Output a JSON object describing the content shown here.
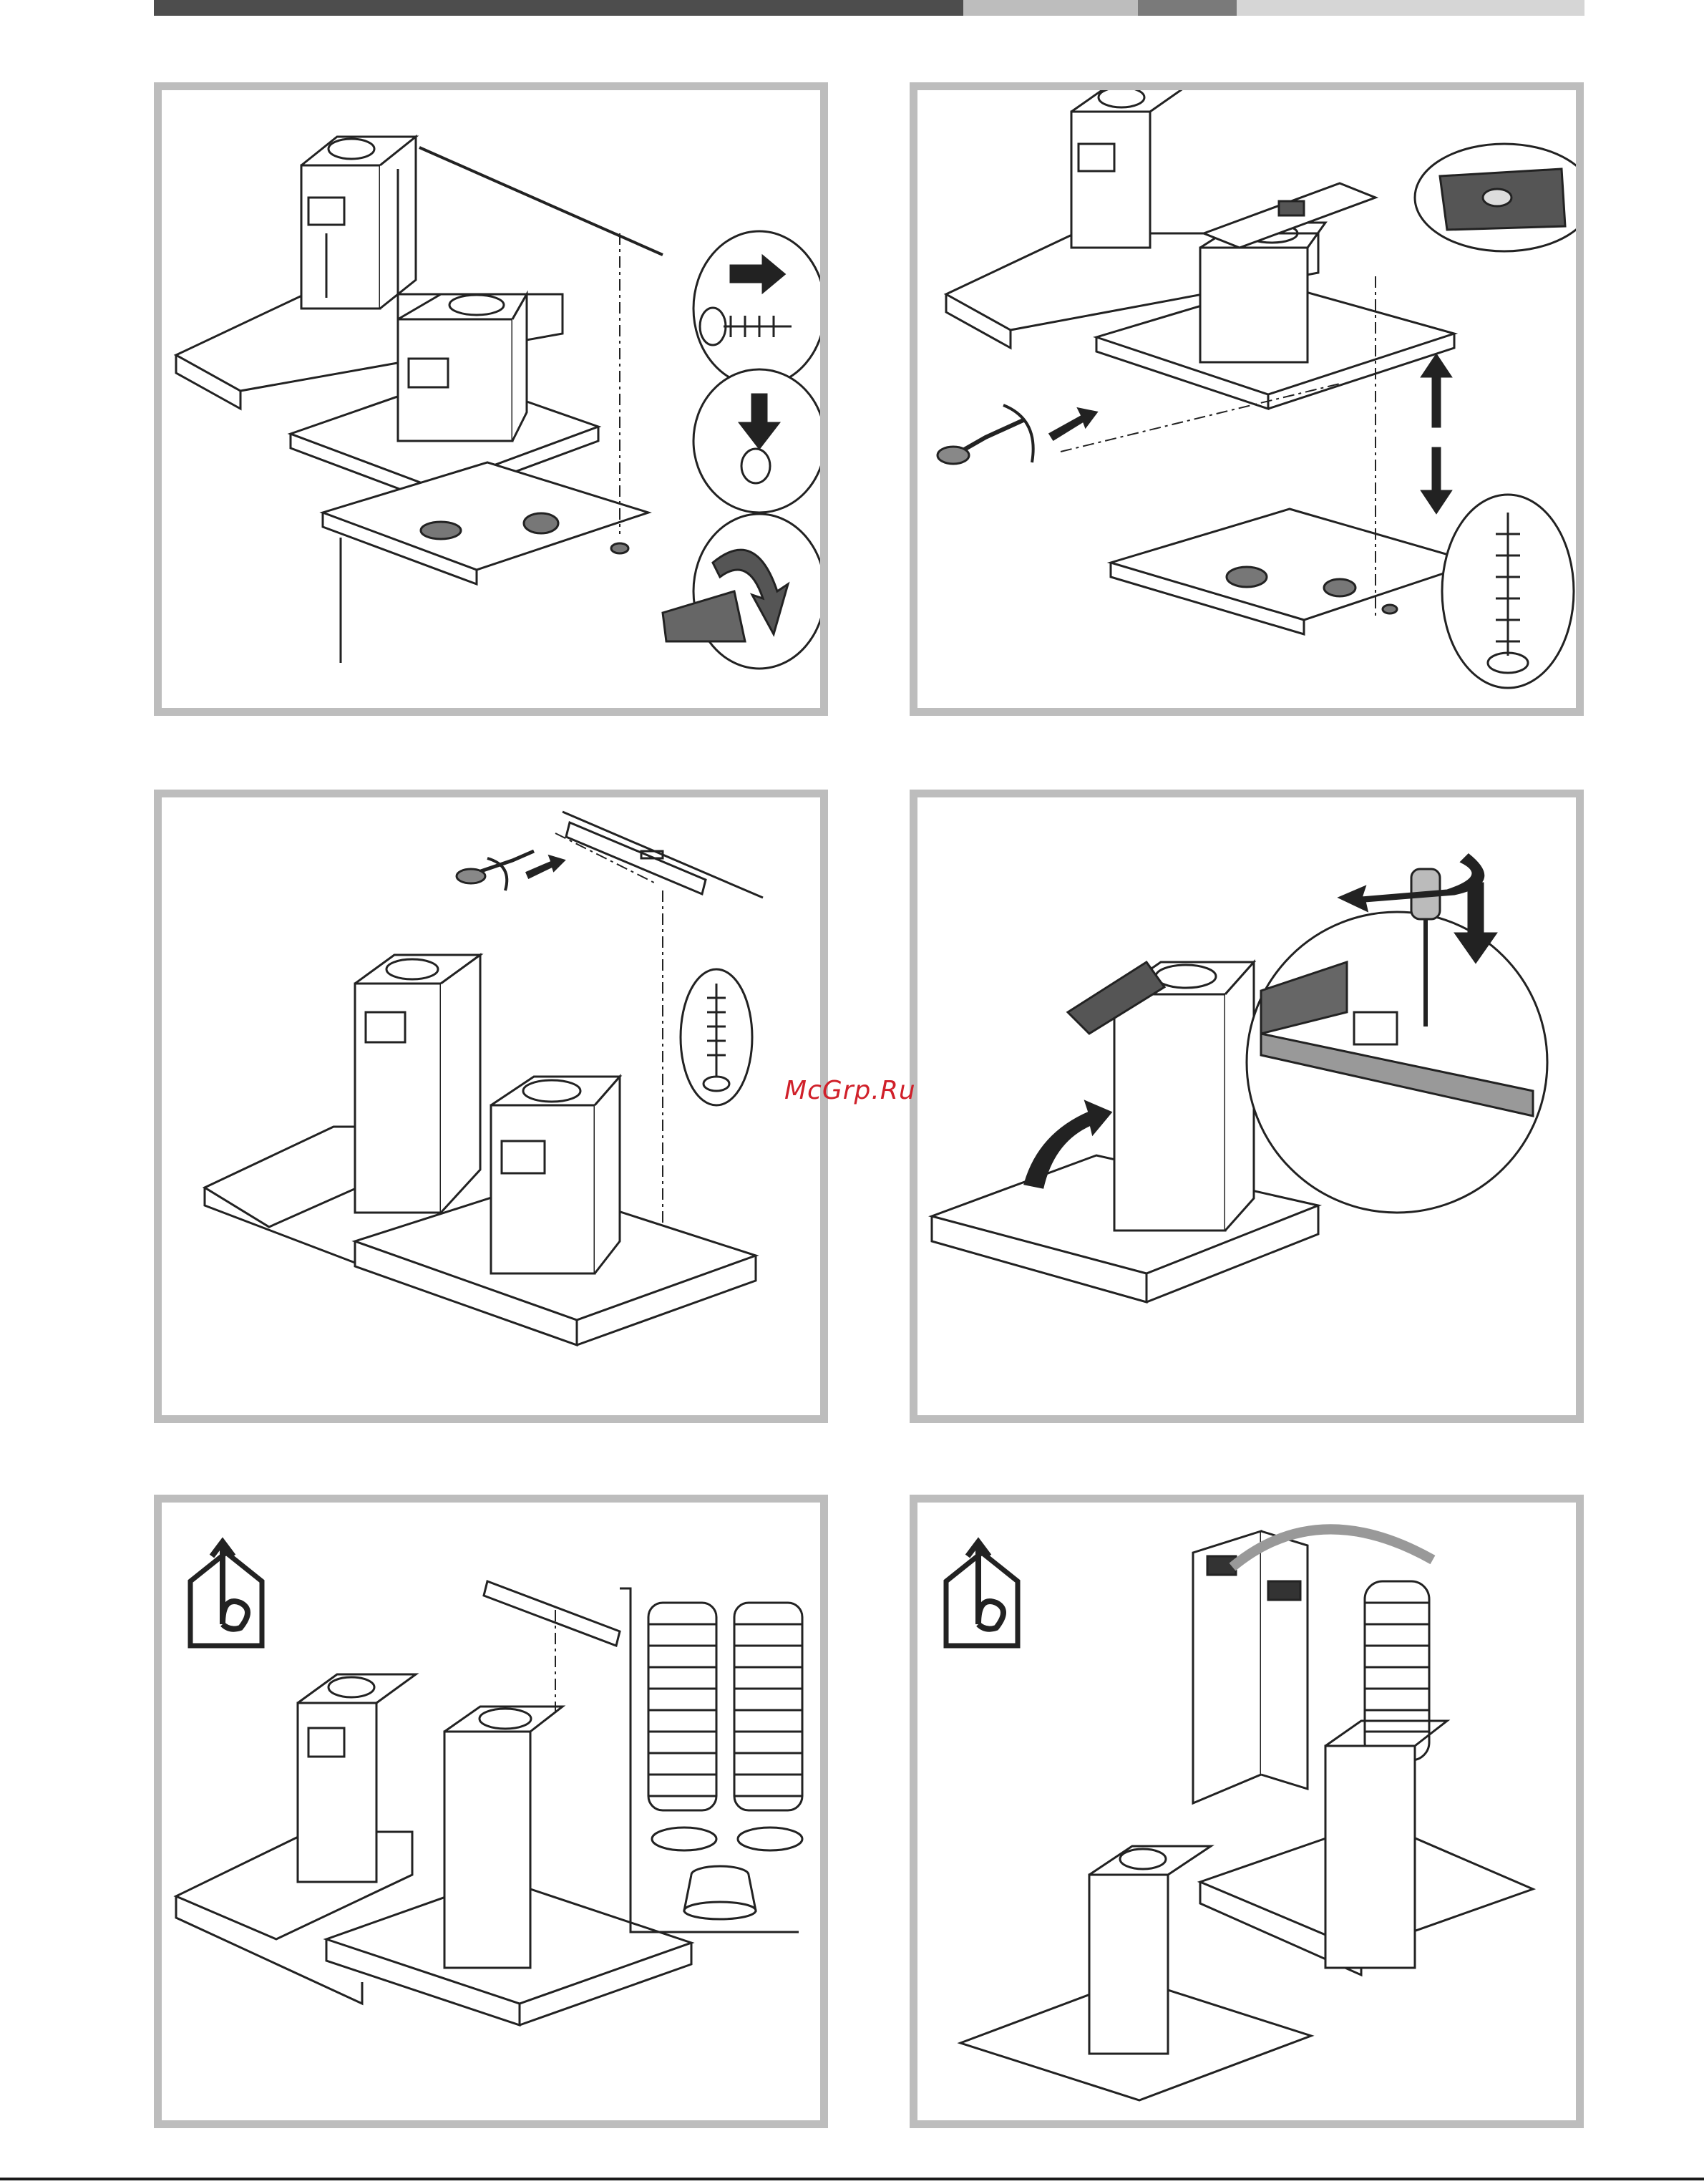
{
  "header_bar": {
    "segments": [
      {
        "color": "#4d4d4d",
        "fraction": 0.566
      },
      {
        "color": "#bdbdbd",
        "fraction": 0.122
      },
      {
        "color": "#7a7a7a",
        "fraction": 0.069
      },
      {
        "color": "#d6d6d6",
        "fraction": 0.243
      }
    ]
  },
  "colors": {
    "panel_border": "#bdbdbd",
    "line": "#222222",
    "watermark": "#d0202a"
  },
  "watermark": {
    "text": "McGrp.Ru"
  },
  "figures": [
    {
      "id": "fig1",
      "depicts": [
        "hood-body",
        "screw-icon",
        "push-arrow-icon",
        "rotate-arrow-icon",
        "hob"
      ]
    },
    {
      "id": "fig2",
      "depicts": [
        "spirit-level-icon",
        "screwdriver-icon",
        "up-down-arrow-icon",
        "screw-icon"
      ]
    },
    {
      "id": "fig3",
      "depicts": [
        "bracket",
        "screwdriver-icon",
        "screw-icon",
        "motor-unit"
      ]
    },
    {
      "id": "fig4",
      "depicts": [
        "screwdriver-icon",
        "rotate-arrow-icon",
        "down-arrow-icon",
        "curved-arrow-icon"
      ]
    },
    {
      "id": "fig5",
      "depicts": [
        "outdoor-venting-icon",
        "flexible-duct-icon",
        "clamp-icon",
        "adapter-ring-icon"
      ]
    },
    {
      "id": "fig6",
      "depicts": [
        "outdoor-venting-icon",
        "chimney-cover-icon",
        "flexible-duct-icon"
      ]
    }
  ]
}
